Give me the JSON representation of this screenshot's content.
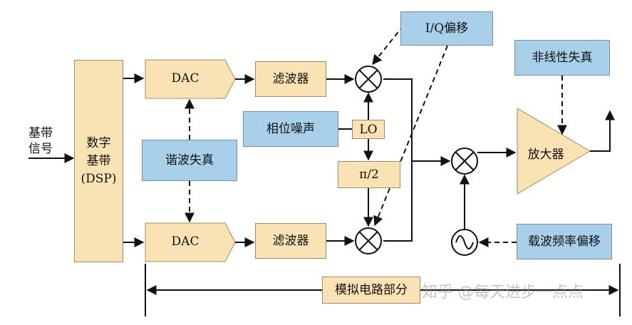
{
  "input_signal": {
    "line1": "基带",
    "line2": "信号"
  },
  "dsp_block": {
    "line1": "数字",
    "line2": "基带",
    "line3": "(DSP)"
  },
  "dac_top": "DAC",
  "dac_bottom": "DAC",
  "filter_top": "滤波器",
  "filter_bottom": "滤波器",
  "iq_offset": "I/Q偏移",
  "harmonic_distortion": "谐波失真",
  "phase_noise": "相位噪声",
  "lo_block": "LO",
  "phase_shift": "π/2",
  "nonlinear_distortion": "非线性失真",
  "amplifier": "放大器",
  "carrier_offset": "载波频率偏移",
  "analog_section": "模拟电路部分",
  "watermark": "知乎 @每天进步一点点",
  "colors": {
    "block_fill": "#f9e2b4",
    "impairment_fill": "#a8d0ea",
    "line": "#111111"
  }
}
